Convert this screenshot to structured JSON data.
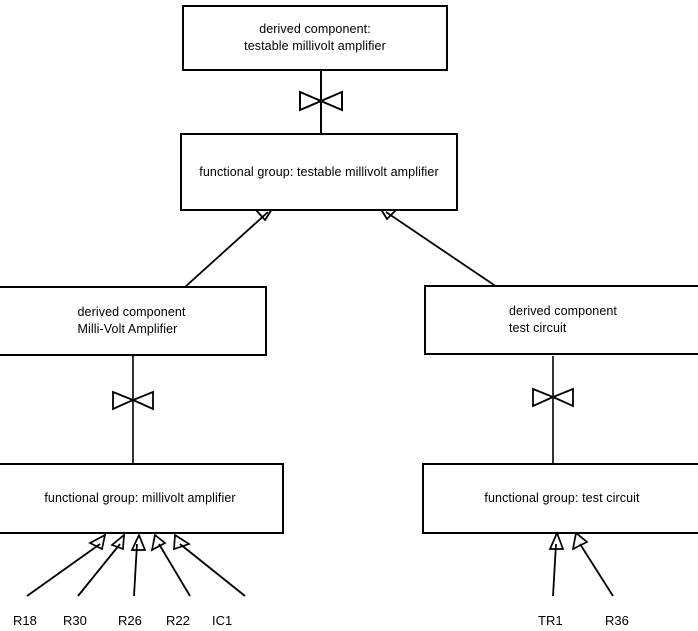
{
  "diagram": {
    "title_text": "",
    "background_color": "#ffffff",
    "line_color": "#000000",
    "nodes": [
      {
        "id": "derived-testable-millivolt-amplifier",
        "label": "derived component:\n testable millivolt amplifier",
        "kind": "derived component",
        "align": "center"
      },
      {
        "id": "fg-testable-millivolt-amplifier",
        "label": "functional group: testable millivolt amplifier",
        "kind": "functional group",
        "align": "center"
      },
      {
        "id": "derived-milli-volt-amplifier",
        "label": "derived component\nMilli-Volt Amplifier",
        "kind": "derived component",
        "align": "left"
      },
      {
        "id": "derived-test-circuit",
        "label": "derived component\ntest circuit",
        "kind": "derived component",
        "align": "left"
      },
      {
        "id": "fg-millivolt-amplifier",
        "label": "functional group: millivolt amplifier",
        "kind": "functional group",
        "align": "center"
      },
      {
        "id": "fg-test-circuit",
        "label": "functional group: test circuit",
        "kind": "functional group",
        "align": "center"
      }
    ],
    "part_labels_left": [
      {
        "id": "r18",
        "text": "R18"
      },
      {
        "id": "r30",
        "text": "R30"
      },
      {
        "id": "r26",
        "text": "R26"
      },
      {
        "id": "r22",
        "text": "R22"
      },
      {
        "id": "ic1",
        "text": "IC1"
      }
    ],
    "part_labels_right": [
      {
        "id": "tr1",
        "text": "TR1"
      },
      {
        "id": "r36",
        "text": "R36"
      }
    ],
    "connector_types": {
      "bowtie": "composition-bowtie-connector",
      "arrow": "hollow-triangle-arrow"
    }
  }
}
